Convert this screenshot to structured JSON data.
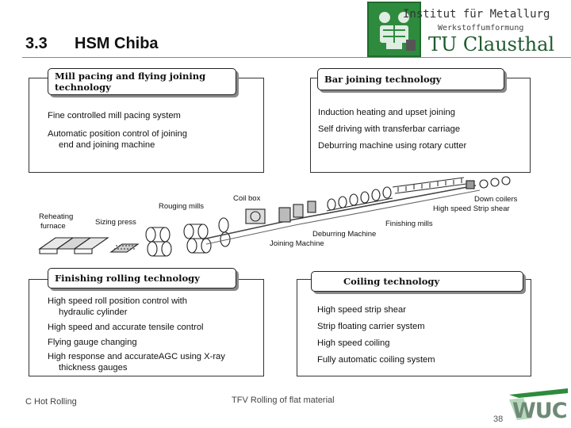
{
  "header": {
    "section_number": "3.3",
    "title": "HSM Chiba",
    "institute_line1": "Institut für Metallurg",
    "institute_line2": "Werkstoffumformung",
    "university": "TU Clausthal"
  },
  "panels": {
    "mill_pacing": {
      "title_line1": "Mill pacing and flying joining",
      "title_line2": "technology",
      "items": [
        "Fine controlled mill pacing system",
        "Automatic position control of joining",
        "end and joining machine"
      ]
    },
    "bar_joining": {
      "title": "Bar joining technology",
      "items": [
        "Induction heating and upset joining",
        "Self driving with transferbar carriage",
        "Deburring machine using rotary cutter"
      ]
    },
    "finishing_rolling": {
      "title": "Finishing rolling technology",
      "items": [
        "High speed roll position control with",
        "hydraulic cylinder",
        "High speed and accurate tensile control",
        "Flying gauge changing",
        "High response and accurateAGC using X-ray",
        "thickness gauges"
      ]
    },
    "coiling": {
      "title": "Coiling technology",
      "items": [
        "High speed strip shear",
        "Strip floating carrier system",
        "High speed  coiling",
        "Fully automatic coiling system"
      ]
    }
  },
  "diagram_labels": {
    "reheating_line1": "Reheating",
    "reheating_line2": "furnace",
    "sizing_press": "Sizing press",
    "rouging_mills": "Rouging mills",
    "coil_box": "Coil box",
    "finishing_mills": "Finishing mills",
    "deburring_machine": "Deburring Machine",
    "joining_machine": "Joining Machine",
    "down_coilers": "Down coilers",
    "high_speed_strip_shear": "High speed Strip shear"
  },
  "footer": {
    "left": "C Hot Rolling",
    "center": "TFV Rolling of flat material",
    "page": "38",
    "logo_text": "WUC"
  },
  "colors": {
    "brand_green": "#2e8b3e",
    "logo_gray_green": "#6d8a76"
  }
}
